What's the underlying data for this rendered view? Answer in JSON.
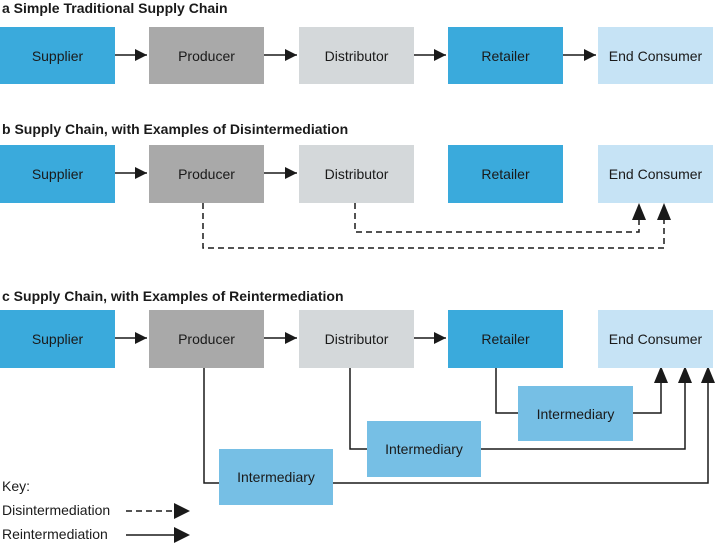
{
  "colors": {
    "supplier": "#3aaadc",
    "producer": "#a9a9a9",
    "distributor": "#d4d8da",
    "retailer": "#3aaadc",
    "end_consumer": "#c6e3f5",
    "intermediary": "#76bfe5",
    "line": "#1a1a1a"
  },
  "nodes": {
    "supplier": "Supplier",
    "producer": "Producer",
    "distributor": "Distributor",
    "retailer": "Retailer",
    "end_consumer": "End Consumer",
    "intermediary": "Intermediary"
  },
  "panels": {
    "a": {
      "title": "a Simple Traditional Supply Chain"
    },
    "b": {
      "title": "b Supply Chain, with Examples of Disintermediation"
    },
    "c": {
      "title": "c Supply Chain, with Examples of Reintermediation"
    }
  },
  "key": {
    "title": "Key:",
    "disintermediation": "Disintermediation",
    "reintermediation": "Reintermediation"
  }
}
